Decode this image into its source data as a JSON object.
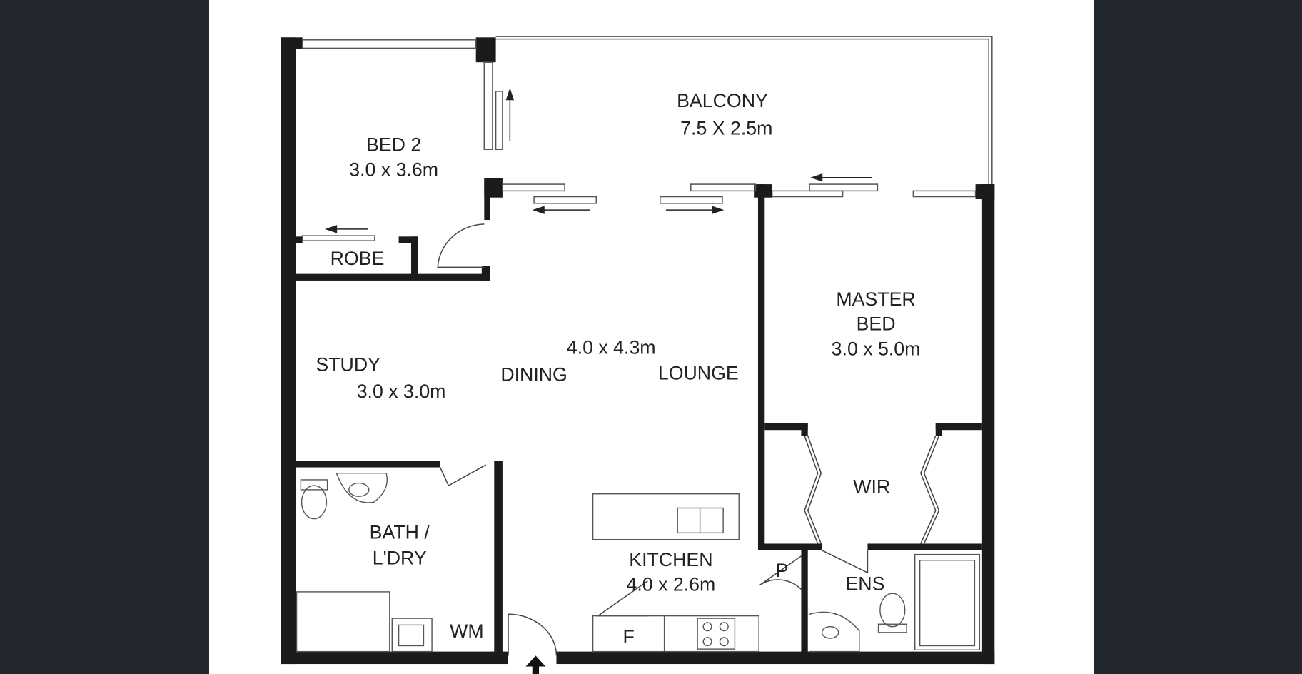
{
  "rooms": {
    "balcony": {
      "name": "BALCONY",
      "dims": "7.5 X 2.5m"
    },
    "bed2": {
      "name": "BED 2",
      "dims": "3.0 x 3.6m"
    },
    "robe": {
      "name": "ROBE"
    },
    "master": {
      "name1": "MASTER",
      "name2": "BED",
      "dims": "3.0 x 5.0m"
    },
    "living": {
      "dims": "4.0 x 4.3m",
      "dining": "DINING",
      "lounge": "LOUNGE"
    },
    "study": {
      "name": "STUDY",
      "dims": "3.0 x 3.0m"
    },
    "wir": {
      "name": "WIR"
    },
    "bath": {
      "name1": "BATH /",
      "name2": "L'DRY"
    },
    "kitchen": {
      "name": "KITCHEN",
      "dims": "4.0 x 2.6m"
    },
    "pantry": {
      "name": "P"
    },
    "ens": {
      "name": "ENS"
    },
    "fridge": {
      "name": "F"
    },
    "wm": {
      "name": "WM"
    }
  }
}
